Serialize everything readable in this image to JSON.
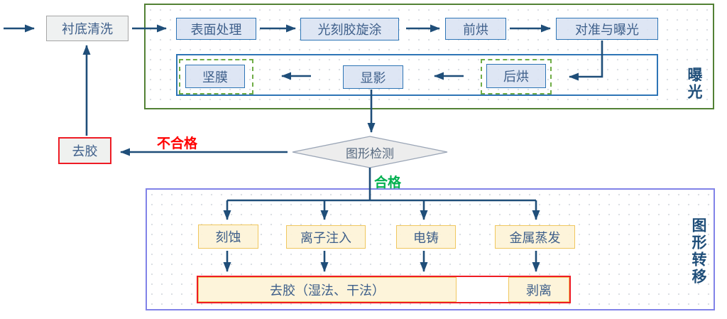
{
  "diagram": {
    "title_hint": "photolithography-process-flowchart",
    "nodes": {
      "substrate_cleaning": "衬底清洗",
      "surface_treatment": "表面处理",
      "resist_spin_coating": "光刻胶旋涂",
      "prebake": "前烘",
      "align_and_expose": "对准与曝光",
      "hard_bake": "坚膜",
      "develop": "显影",
      "post_bake": "后烘",
      "pattern_inspection": "图形检测",
      "strip_resist": "去胶",
      "etching": "刻蚀",
      "ion_implantation": "离子注入",
      "electroforming": "电铸",
      "metal_evaporation": "金属蒸发",
      "strip_wet_dry": "去胶（湿法、干法）",
      "liftoff": "剥离"
    },
    "edge_labels": {
      "fail": "不合格",
      "pass": "合格"
    },
    "section_labels": {
      "exposure": "曝光",
      "pattern_transfer": "图形转移"
    },
    "colors": {
      "arrow": "#1F4E79",
      "blue_box_border": "#2E75B6",
      "blue_box_fill": "#DAE3F3",
      "gray_box_border": "#A6A6A6",
      "green_section_border": "#538135",
      "dashed_highlight": "#70AD47",
      "purple_section_border": "#8183E8",
      "cream_fill": "#FDF3D7",
      "cream_border": "#F0C75E",
      "red_highlight": "#EE1C25",
      "fail_text": "#FF0000",
      "pass_text": "#00B050"
    }
  }
}
